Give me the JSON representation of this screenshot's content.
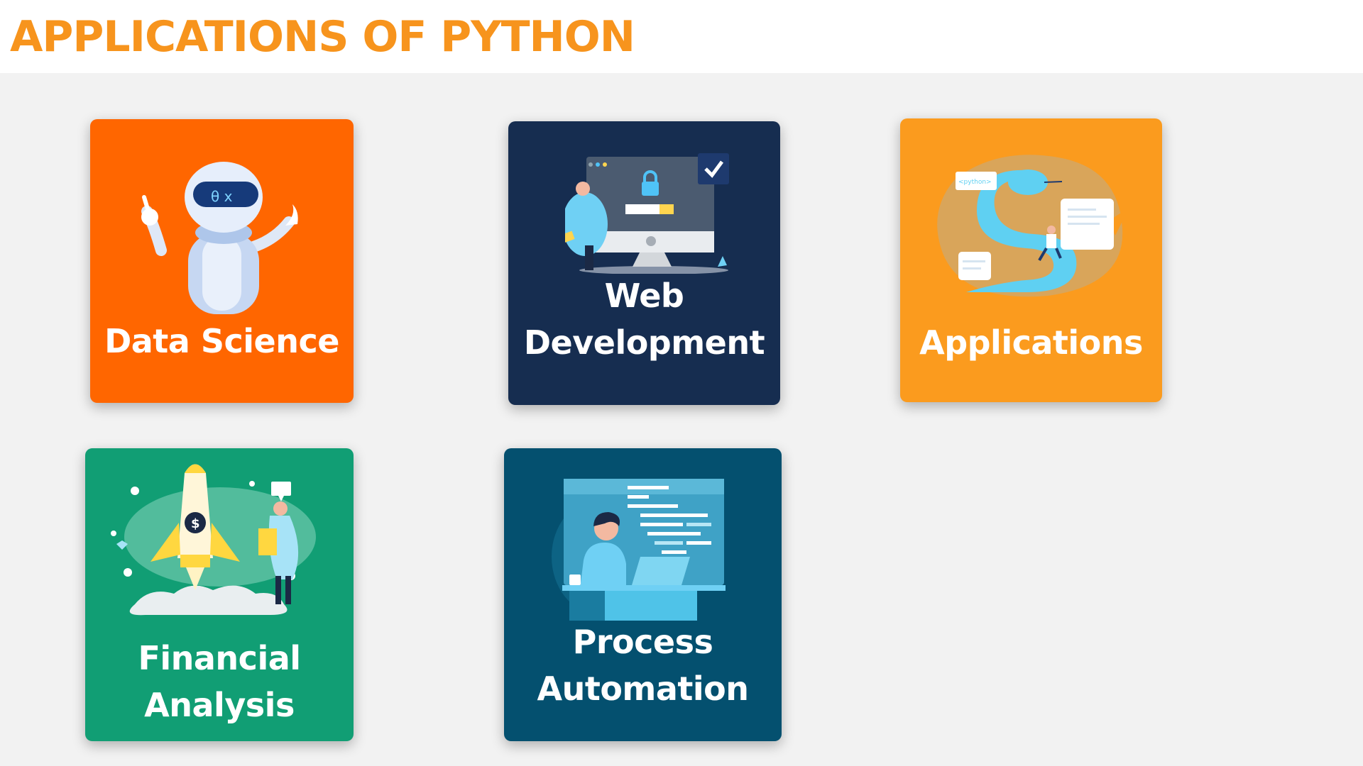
{
  "page": {
    "title": "APPLICATIONS OF PYTHON"
  },
  "cards": [
    {
      "id": "data-science",
      "lines": [
        "Data Science"
      ],
      "color": "#ff6600",
      "icon": "robot-icon"
    },
    {
      "id": "web-development",
      "lines": [
        "Web",
        "Development"
      ],
      "color": "#162d50",
      "icon": "web-security-monitor-icon"
    },
    {
      "id": "applications",
      "lines": [
        "Applications"
      ],
      "color": "#fb9b1e",
      "icon": "python-snake-icon",
      "badge": "<python>"
    },
    {
      "id": "financial-analysis",
      "lines": [
        "Financial",
        "Analysis"
      ],
      "color": "#119e74",
      "icon": "rocket-launch-icon",
      "symbol": "$"
    },
    {
      "id": "process-automation",
      "lines": [
        "Process",
        "Automation"
      ],
      "color": "#04506f",
      "icon": "programmer-laptop-icon"
    }
  ],
  "colors": {
    "title": "#f7941d",
    "background": "#f2f2f2"
  }
}
